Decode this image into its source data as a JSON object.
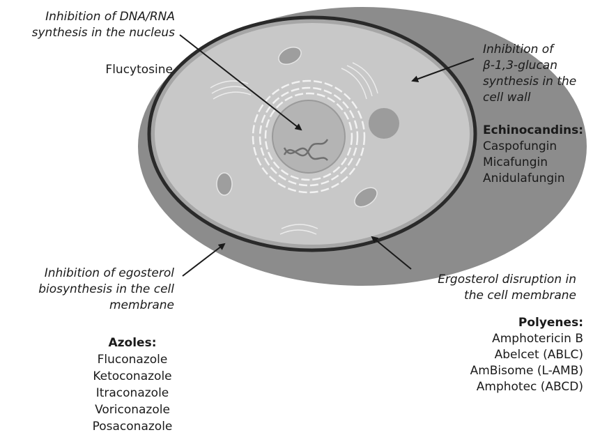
{
  "nucleus": {
    "mechanism": [
      "Inhibition of DNA/RNA",
      "synthesis in the nucleus"
    ],
    "drugs": [
      "Flucytosine"
    ]
  },
  "cell_wall": {
    "mechanism": [
      "Inhibition of",
      "β-1,3-glucan",
      "synthesis in the",
      "cell wall"
    ],
    "class_label": "Echinocandins:",
    "drugs": [
      "Caspofungin",
      "Micafungin",
      "Anidulafungin"
    ]
  },
  "membrane_synthesis": {
    "mechanism": [
      "Inhibition of egosterol",
      "biosynthesis in the cell",
      "membrane"
    ],
    "class_label": "Azoles:",
    "drugs": [
      "Fluconazole",
      "Ketoconazole",
      "Itraconazole",
      "Voriconazole",
      "Posaconazole"
    ]
  },
  "membrane_disruption": {
    "mechanism": [
      "Ergosterol disruption in",
      "the cell membrane"
    ],
    "class_label": "Polyenes:",
    "drugs": [
      "Amphotericin B",
      "Abelcet (ABLC)",
      "AmBisome (L-AMB)",
      "Amphotec (ABCD)"
    ]
  }
}
